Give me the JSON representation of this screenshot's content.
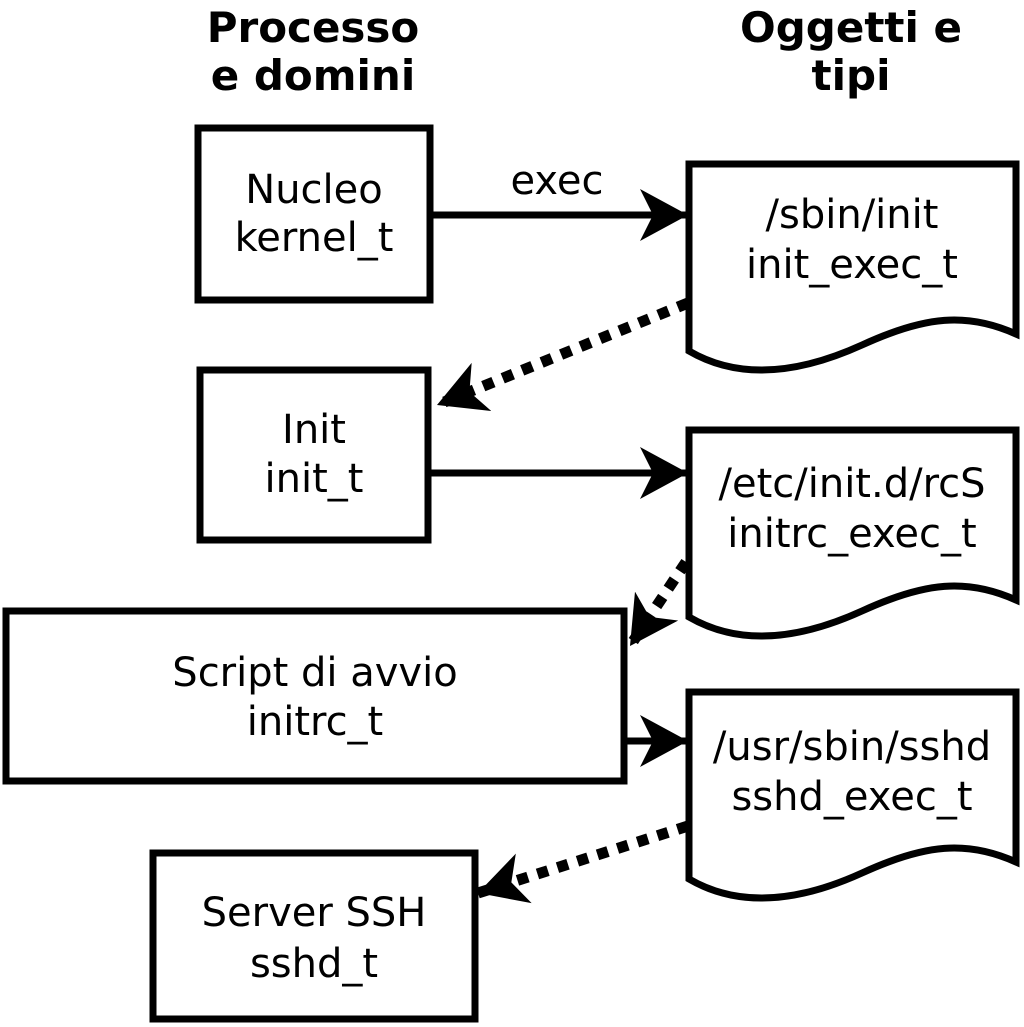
{
  "headers": {
    "left": {
      "line1": "Processo",
      "line2": "e domini"
    },
    "right": {
      "line1": "Oggetti e",
      "line2": "tipi"
    }
  },
  "process_boxes": [
    {
      "name": "Nucleo",
      "domain": "kernel_t"
    },
    {
      "name": "Init",
      "domain": "init_t"
    },
    {
      "name": "Script di avvio",
      "domain": "initrc_t"
    },
    {
      "name": "Server SSH",
      "domain": "sshd_t"
    }
  ],
  "object_docs": [
    {
      "path": "/sbin/init",
      "type": "init_exec_t"
    },
    {
      "path": "/etc/init.d/rcS",
      "type": "initrc_exec_t"
    },
    {
      "path": "/usr/sbin/sshd",
      "type": "sshd_exec_t"
    }
  ],
  "arrow_labels": {
    "exec": "exec"
  },
  "colors": {
    "stroke": "#000000",
    "fill": "#ffffff",
    "background": "#ffffff"
  }
}
